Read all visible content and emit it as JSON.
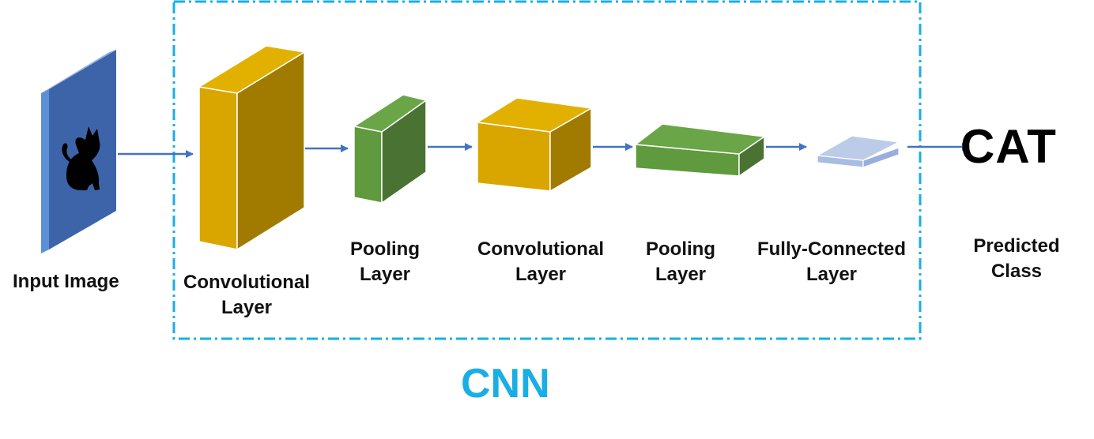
{
  "colors": {
    "frame": "#1aaee5",
    "arrow": "#4472c4",
    "input_face": "#3d64a8",
    "input_side": "#5b8fd8",
    "conv_front": "#d9a600",
    "conv_side": "#a07b00",
    "conv_top": "#e2b100",
    "pool_front": "#5f9a3e",
    "pool_side": "#4a7232",
    "pool_top": "#6aa648",
    "fc_top": "#bccbe8",
    "fc_front": "#a9bde3"
  },
  "labels": {
    "input_image": "Input Image",
    "conv1": [
      "Convolutional",
      "Layer"
    ],
    "pool1": [
      "Pooling",
      "Layer"
    ],
    "conv2": [
      "Convolutional",
      "Layer"
    ],
    "pool2": [
      "Pooling",
      "Layer"
    ],
    "fc": [
      "Fully-Connected",
      "Layer"
    ],
    "predicted": [
      "Predicted",
      "Class"
    ]
  },
  "output_class": "CAT",
  "group_label": "CNN",
  "icons": {
    "input_image": "cat-silhouette-icon"
  }
}
